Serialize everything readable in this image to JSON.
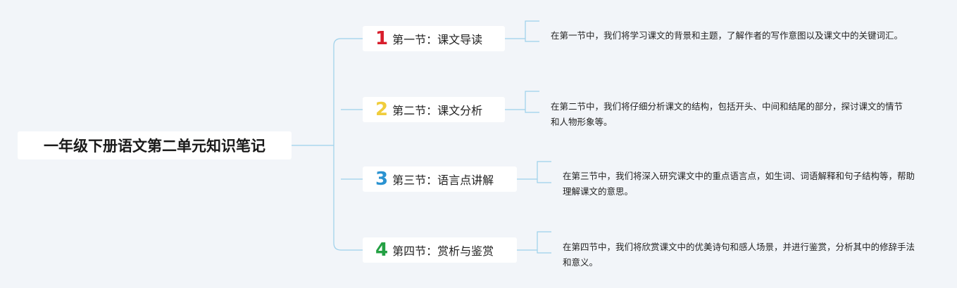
{
  "root": {
    "title": "一年级下册语文第二单元知识笔记"
  },
  "colors": {
    "connector": "#9dd0ea",
    "number_1": "#d81e2c",
    "number_2": "#f0cd3c",
    "number_3": "#2b93d1",
    "number_4": "#23a043"
  },
  "sections": [
    {
      "number": "1",
      "label": "第一节：课文导读",
      "description": "在第一节中，我们将学习课文的背景和主题，了解作者的写作意图以及课文中的关键词汇。"
    },
    {
      "number": "2",
      "label": "第二节：课文分析",
      "description": "在第二节中，我们将仔细分析课文的结构，包括开头、中间和结尾的部分，探讨课文的情节和人物形象等。"
    },
    {
      "number": "3",
      "label": "第三节：语言点讲解",
      "description": "在第三节中，我们将深入研究课文中的重点语言点，如生词、词语解释和句子结构等，帮助理解课文的意思。"
    },
    {
      "number": "4",
      "label": "第四节：赏析与鉴赏",
      "description": "在第四节中，我们将欣赏课文中的优美诗句和感人场景，并进行鉴赏，分析其中的修辞手法和意义。"
    }
  ]
}
